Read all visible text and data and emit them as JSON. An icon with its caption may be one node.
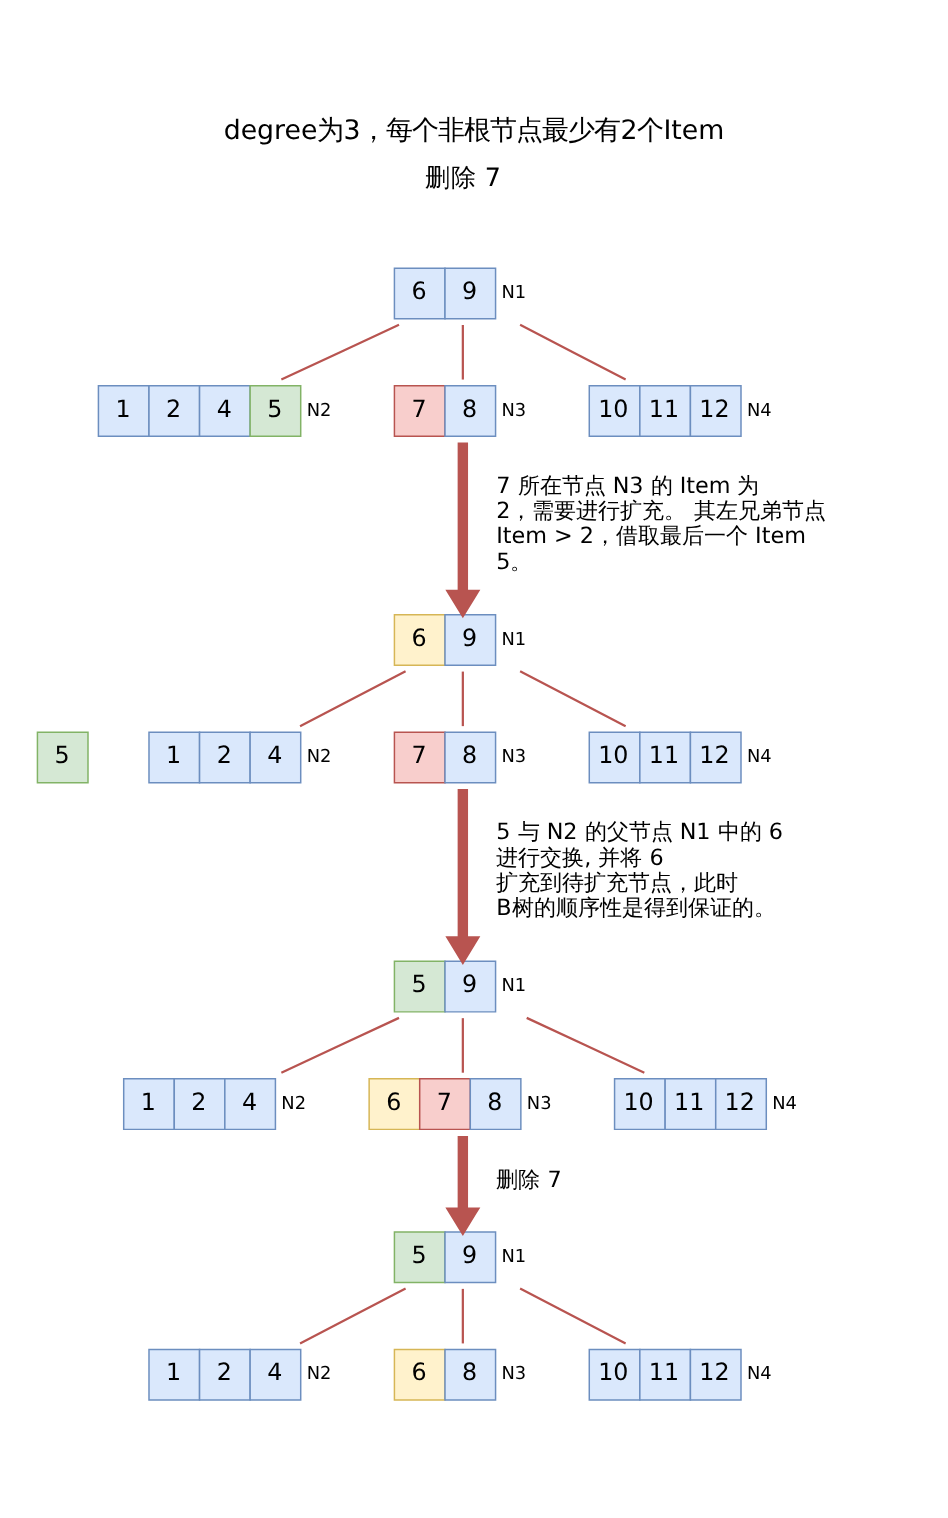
{
  "diagram": {
    "title": "degree为3，每个非根节点最少有2个Item",
    "nodes": [
      {
        "text": [
          "6",
          "9"
        ],
        "beside": [
          "N1"
        ]
      },
      {
        "text": [
          "1",
          "2",
          "4",
          "5"
        ],
        "beside": [
          "N2"
        ]
      },
      {
        "text": [
          "7",
          "8"
        ],
        "beside": [
          "N3"
        ]
      },
      {
        "text": [
          "10",
          "11",
          "12"
        ],
        "beside": [
          "N4"
        ]
      },
      {
        "text": [
          "6",
          "9"
        ],
        "beside": [
          "N1"
        ]
      },
      {
        "text": [
          "5"
        ]
      },
      {
        "text": [
          "1",
          "2",
          "4"
        ],
        "beside": [
          "N2"
        ]
      },
      {
        "text": [
          "7",
          "8"
        ],
        "beside": [
          "N3"
        ]
      },
      {
        "text": [
          "10",
          "11",
          "12"
        ],
        "beside": [
          "N4"
        ]
      },
      {
        "text": [
          "5",
          "9"
        ],
        "beside": [
          "N1"
        ]
      },
      {
        "text": [
          "1",
          "2",
          "4"
        ],
        "beside": [
          "N2"
        ]
      },
      {
        "text": [
          "6",
          "7",
          "8"
        ],
        "beside": [
          "N3"
        ]
      },
      {
        "text": [
          "10",
          "11",
          "12"
        ],
        "beside": [
          "N4"
        ]
      },
      {
        "text": [
          "5",
          "9"
        ],
        "beside": [
          "N1"
        ]
      },
      {
        "text": [
          "1",
          "2",
          "4"
        ],
        "beside": [
          "N2"
        ]
      },
      {
        "text": [
          "6",
          "8"
        ],
        "beside": [
          "N3"
        ]
      },
      {
        "text": [
          "10",
          "11",
          "12"
        ],
        "beside": [
          "N4"
        ]
      }
    ],
    "edges": [
      {
        "from": 0,
        "to": 1,
        "arrow": "none"
      },
      {
        "from": 0,
        "to": 2,
        "arrow": "none"
      },
      {
        "from": 0,
        "to": 3,
        "arrow": "none"
      },
      {
        "from": 2,
        "to": 4,
        "arrow": "to",
        "style": "thick",
        "label": "7 所在节点 N3 的 Item 为 2，需要进行扩充。 其左兄弟节点 Item > 2，借取最后一个 Item 5。"
      },
      {
        "from": 4,
        "to": 6,
        "arrow": "none"
      },
      {
        "from": 4,
        "to": 7,
        "arrow": "none"
      },
      {
        "from": 4,
        "to": 8,
        "arrow": "none"
      },
      {
        "from": 7,
        "to": 9,
        "arrow": "to",
        "style": "thick",
        "label": "5 与 N2 的父节点 N1 中的 6 进行交换, 并将 6 扩充到待扩充节点，此时 B树的顺序性是得到保证的。"
      },
      {
        "from": 9,
        "to": 10,
        "arrow": "none"
      },
      {
        "from": 9,
        "to": 11,
        "arrow": "none"
      },
      {
        "from": 9,
        "to": 12,
        "arrow": "none"
      },
      {
        "from": 11,
        "to": 13,
        "arrow": "to",
        "style": "thick",
        "label": "删除 7"
      },
      {
        "from": 13,
        "to": 14,
        "arrow": "none"
      },
      {
        "from": 13,
        "to": 15,
        "arrow": "none"
      },
      {
        "from": 13,
        "to": 16,
        "arrow": "none"
      }
    ],
    "labels": [
      "删除 7"
    ]
  }
}
